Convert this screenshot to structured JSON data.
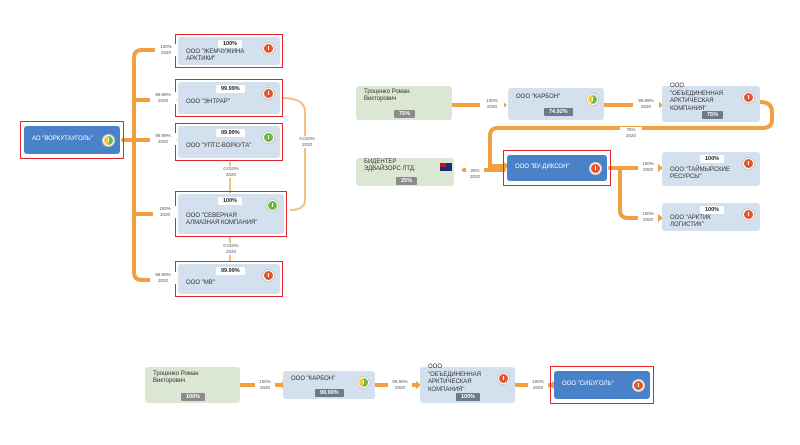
{
  "colors": {
    "node": "#d3e0ee",
    "person": "#dbe6d3",
    "focus": "#4a82c9",
    "link": "#f0a040",
    "highlight": "#e0242a"
  },
  "left_diagram": {
    "root": {
      "name": "АО \"ВОРКУТАУГОЛЬ\"",
      "status_icon": "green-yellow-status-icon"
    },
    "children": [
      {
        "name": "ООО \"ЖЕМЧУЖИНА АРКТИКИ\"",
        "share": "100%",
        "link_pct": "100%",
        "link_year": "2020",
        "status_icon": "red-status-icon"
      },
      {
        "name": "ООО \"ЭНТРАР\"",
        "share": "99.99%",
        "link_pct": "99.99%",
        "link_year": "2020",
        "status_icon": "red-status-icon"
      },
      {
        "name": "ООО \"УПТС-ВОРКУТА\"",
        "share": "99.99%",
        "link_pct": "99.99%",
        "link_year": "2020",
        "status_icon": "green-status-icon"
      },
      {
        "name": "ООО \"СЕВЕРНАЯ АЛМАЗНАЯ КОМПАНИЯ\"",
        "share": "100%",
        "link_pct": "100%",
        "link_year": "2020",
        "status_icon": "green-status-icon"
      },
      {
        "name": "ООО \"МВ\"",
        "share": "99.99%",
        "link_pct": "99.99%",
        "link_year": "2020",
        "status_icon": "red-status-icon"
      }
    ],
    "cross_links": [
      {
        "pct": "0.010%",
        "year": "2020"
      },
      {
        "pct": "0.010%",
        "year": "2020"
      },
      {
        "pct": "0.010%",
        "year": "2020"
      }
    ]
  },
  "right_diagram": {
    "person": {
      "name": "Троценко Роман Викторович",
      "share": "75%",
      "link_pct": "100%",
      "link_year": "2020"
    },
    "karbon": {
      "name": "ООО \"КАРБОН\"",
      "share": "74.92%",
      "status_icon": "yellow-green-status-icon",
      "link_pct": "99.99%",
      "link_year": "2020"
    },
    "united": {
      "name": "ООО \"ОБЪЕДИНЕННАЯ АРКТИЧЕСКАЯ КОМПАНИЯ\"",
      "share": "75%",
      "status_icon": "red-status-icon",
      "link_pct": "75%",
      "link_year": "2020"
    },
    "foreign": {
      "name": "БИДЕНТЕР ЭДВАЙЗОРС ЛТД.",
      "share": "25%",
      "link_pct": "25%",
      "link_year": "2020"
    },
    "focus": {
      "name": "ООО \"ВУ-ДИКСОН\"",
      "status_icon": "red-status-icon"
    },
    "children": [
      {
        "name": "ООО \"ТАЙМЫРСКИЕ РЕСУРСЫ\"",
        "share": "100%",
        "link_pct": "100%",
        "link_year": "2020",
        "status_icon": "red-status-icon"
      },
      {
        "name": "ООО \"АРКТИК ЛОГИСТИК\"",
        "share": "100%",
        "link_pct": "100%",
        "link_year": "2020",
        "status_icon": "red-status-icon"
      }
    ]
  },
  "bottom_diagram": {
    "person": {
      "name": "Троценко Роман Викторович",
      "share": "100%",
      "link_pct": "100%",
      "link_year": "2020"
    },
    "karbon": {
      "name": "ООО \"КАРБОН\"",
      "share": "99.90%",
      "status_icon": "yellow-green-status-icon",
      "link_pct": "99.90%",
      "link_year": "2020"
    },
    "united": {
      "name": "ООО \"ОБЪЕДИНЕННАЯ АРКТИЧЕСКАЯ КОМПАНИЯ\"",
      "share": "100%",
      "status_icon": "red-status-icon",
      "link_pct": "100%",
      "link_year": "2020"
    },
    "focus": {
      "name": "ООО \"СИБУГОЛЬ\"",
      "status_icon": "red-status-icon"
    }
  }
}
